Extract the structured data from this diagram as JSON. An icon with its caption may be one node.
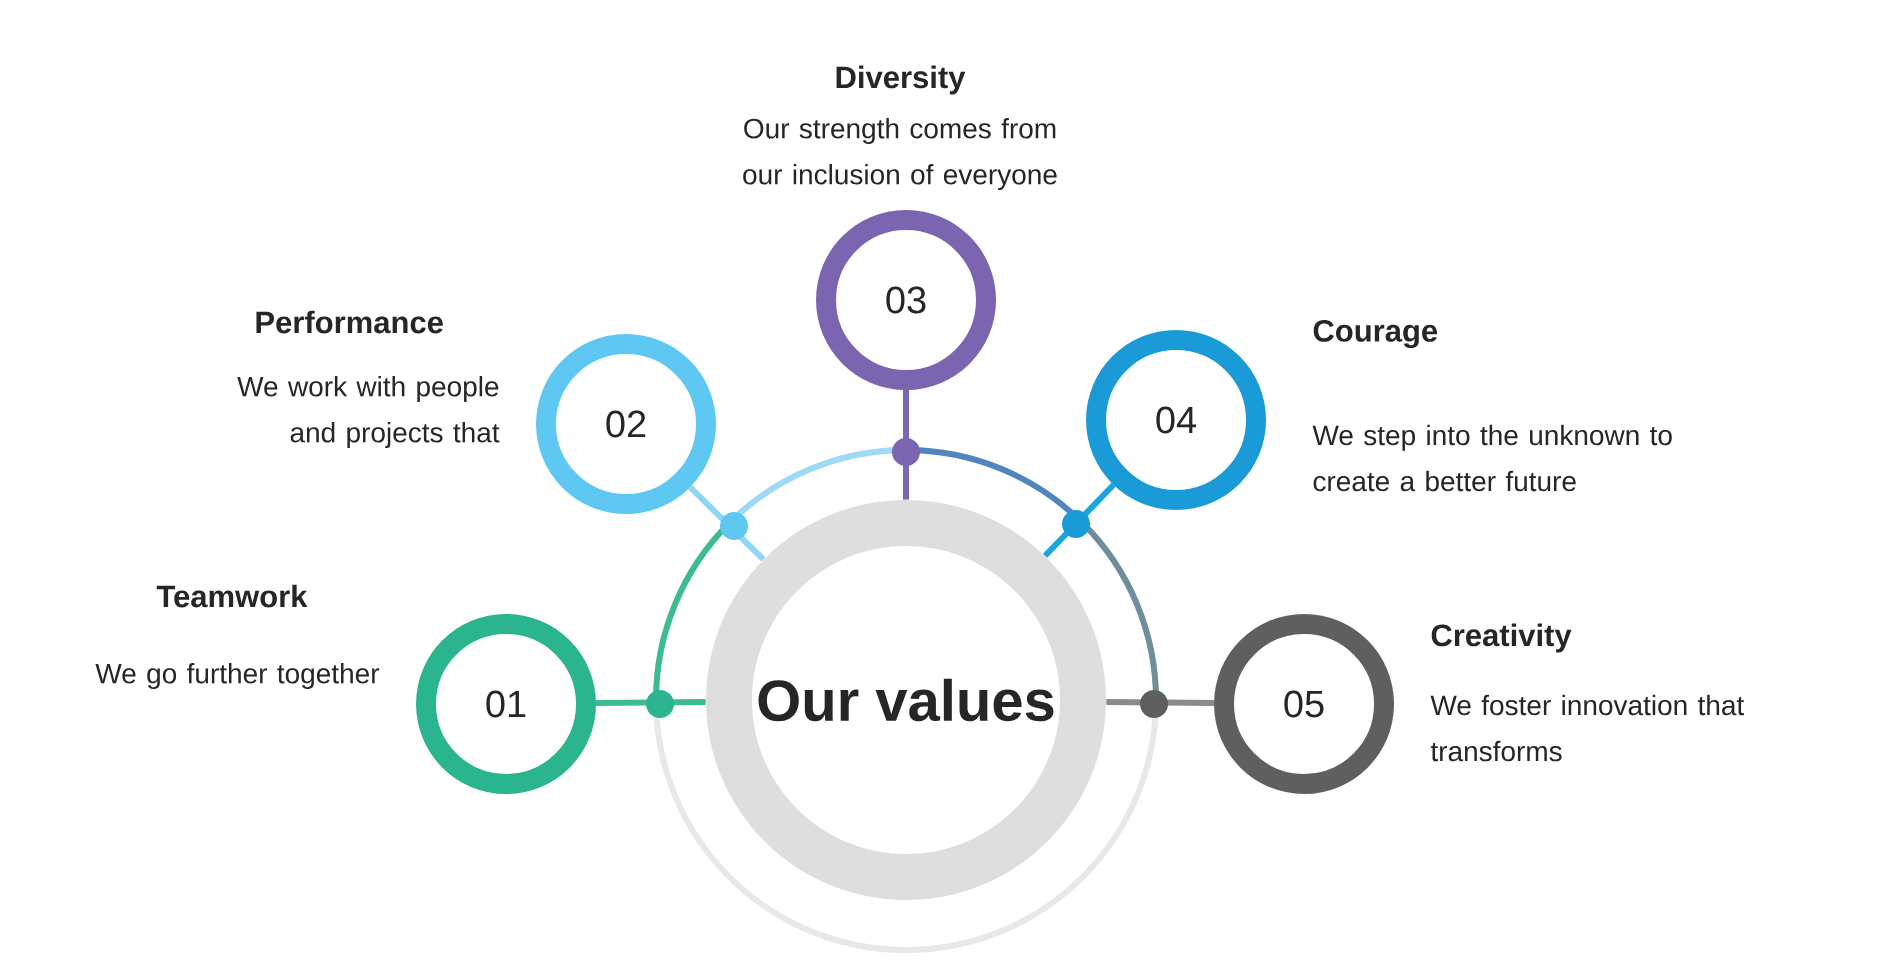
{
  "diagram": {
    "nodes": [
      {
        "text": [
          "Our values"
        ]
      },
      {
        "text": [
          "01"
        ],
        "beside": [
          "Teamwork",
          "We go further together"
        ]
      },
      {
        "text": [
          "02"
        ],
        "beside": [
          "Performance",
          "We work with people and projects that"
        ]
      },
      {
        "text": [
          "03"
        ],
        "beside": [
          "Diversity",
          "Our strength comes from our inclusion of everyone"
        ]
      },
      {
        "text": [
          "04"
        ],
        "beside": [
          "Courage",
          "We step into the unknown to create a better future"
        ]
      },
      {
        "text": [
          "05"
        ],
        "beside": [
          "Creativity",
          "We foster innovation that transforms"
        ]
      }
    ],
    "edges": [
      {
        "from": 1,
        "to": 0,
        "arrow": "none",
        "color": "#3dbb95"
      },
      {
        "from": 2,
        "to": 0,
        "arrow": "none",
        "color": "#8fd6f5"
      },
      {
        "from": 3,
        "to": 0,
        "arrow": "none",
        "color": "#7b68b3"
      },
      {
        "from": 4,
        "to": 0,
        "arrow": "none",
        "color": "#1aa5dc"
      },
      {
        "from": 5,
        "to": 0,
        "arrow": "none",
        "color": "#8a8a8a"
      }
    ]
  }
}
